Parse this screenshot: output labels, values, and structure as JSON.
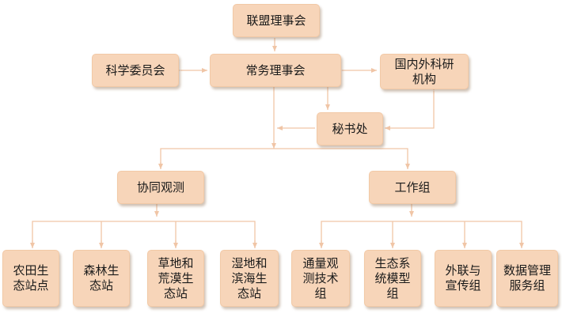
{
  "colors": {
    "node_fill": "#f7d5b9",
    "node_border": "#f2c9a6",
    "connector": "#f0c5a6",
    "text": "#1a1a1a"
  },
  "nodes": {
    "alliance_council": "联盟理事会",
    "standing_council": "常务理事会",
    "science_committee": "科学委员会",
    "research_institutions": "国内外科研机构",
    "secretariat": "秘书处",
    "collaborative_observation": "协同观测",
    "working_groups": "工作组",
    "farmland_station": "农田生态站点",
    "forest_station": "森林生态站",
    "grassland_desert_station": "草地和荒漠生态站",
    "wetland_coastal_station": "湿地和滨海生态站",
    "flux_tech_group": "通量观测技术组",
    "ecosystem_model_group": "生态系统模型组",
    "outreach_group": "外联与宣传组",
    "data_service_group": "数据管理服务组"
  }
}
